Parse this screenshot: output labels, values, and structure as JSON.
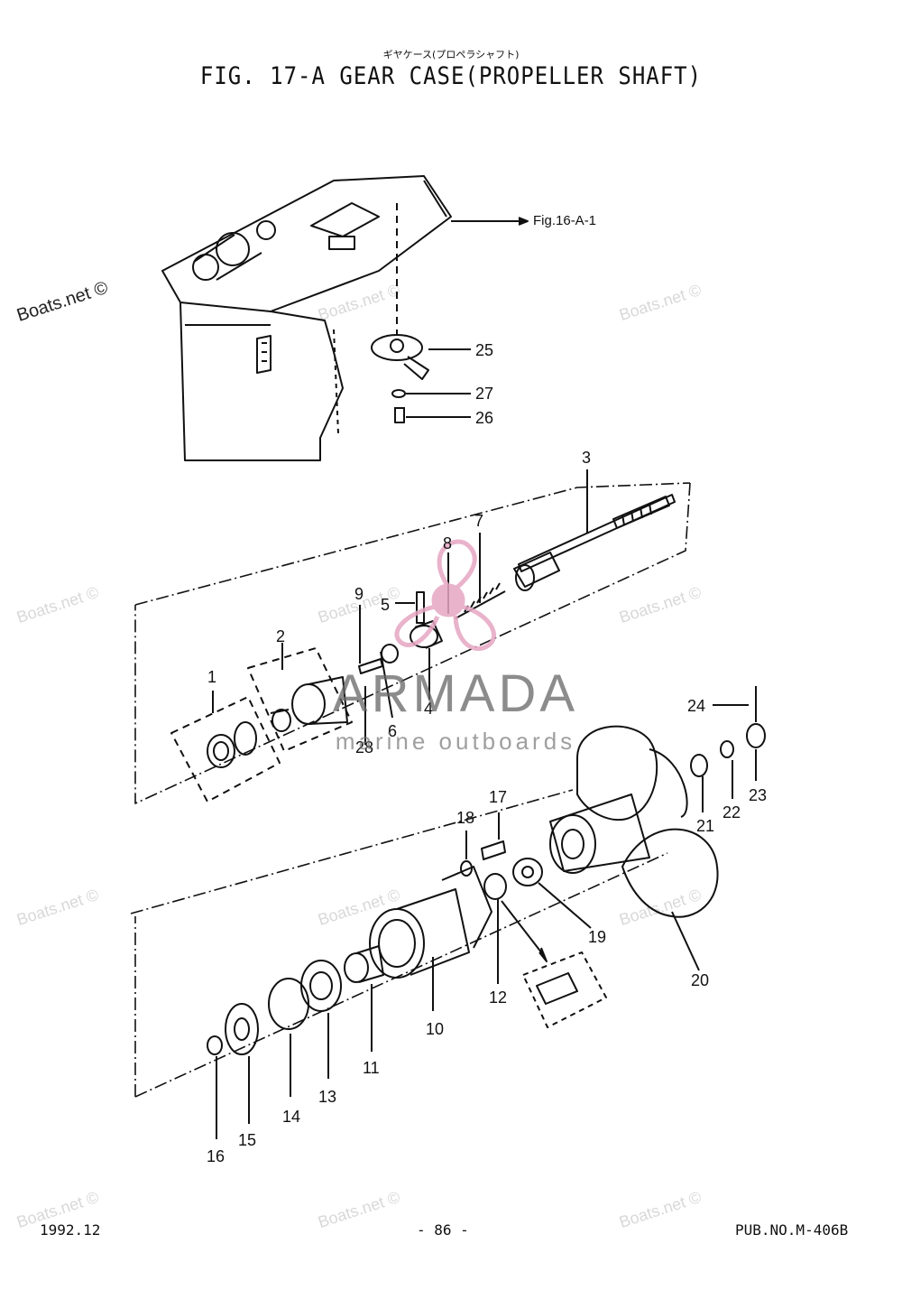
{
  "header": {
    "jp_title": "ギヤケース(プロペラシャフト)",
    "title": "FIG. 17-A GEAR CASE(PROPELLER SHAFT)"
  },
  "figure_ref": "Fig.16-A-1",
  "callouts": [
    "1",
    "2",
    "3",
    "4",
    "5",
    "6",
    "7",
    "8",
    "9",
    "10",
    "11",
    "12",
    "13",
    "14",
    "15",
    "16",
    "17",
    "18",
    "19",
    "20",
    "21",
    "22",
    "23",
    "24",
    "25",
    "26",
    "27",
    "28"
  ],
  "watermarks": {
    "site": "Boats.net ©",
    "logo_main": "ARMADA",
    "logo_sub": "marine outboards"
  },
  "footer": {
    "date": "1992.12",
    "page": "- 86 -",
    "pub": "PUB.NO.M-406B"
  }
}
